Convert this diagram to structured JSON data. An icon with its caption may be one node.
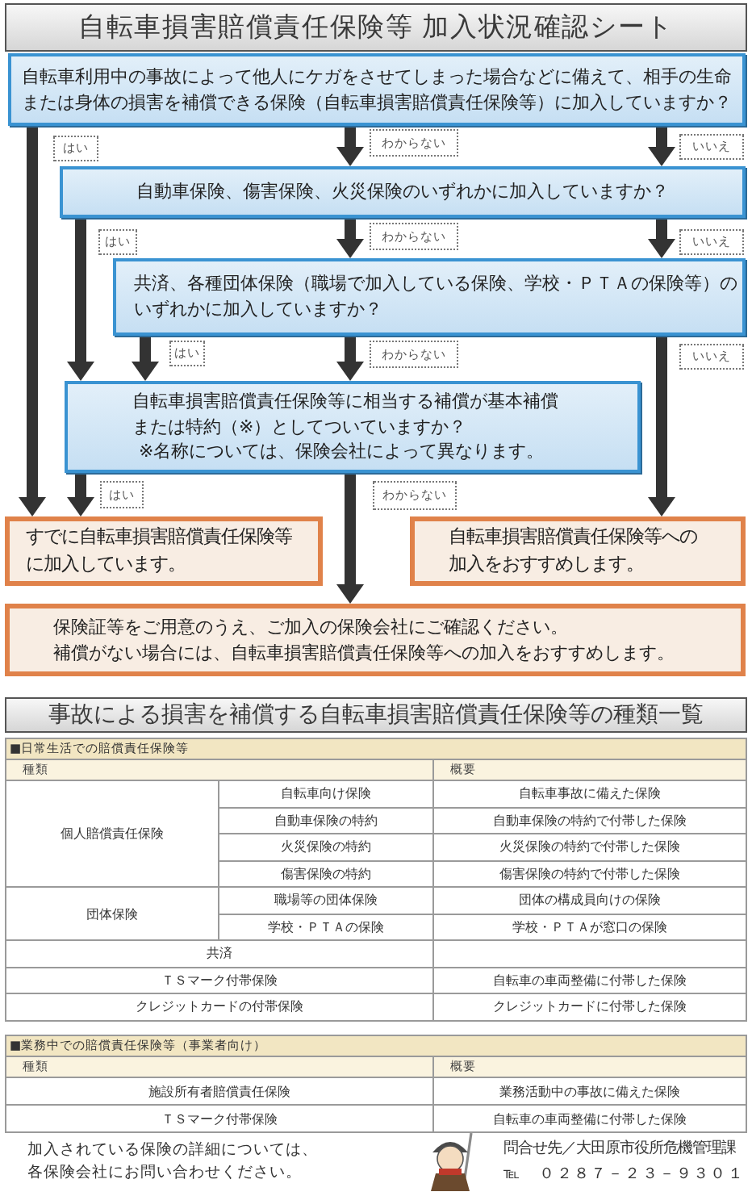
{
  "diagram": {
    "title": "自転車損害賠償責任保険等 加入状況確認シート",
    "nodes": [
      {
        "text": [
          "自転車利用中の事故によって他人にケガをさせてしまった場合などに備えて、相手の生命または身体の損害を補償できる保険（自転車損害賠償責任保険等）に加入していますか？"
        ]
      },
      {
        "text": [
          "自動車保険、傷害保険、火災保険のいずれかに加入していますか？"
        ]
      },
      {
        "text": [
          "共済、各種団体保険（職場で加入している保険、学校・ＰＴＡの保険等）のいずれかに加入していますか？"
        ]
      },
      {
        "text": [
          "自転車損害賠償責任保険等に相当する補償が基本補償または特約（※）としてついていますか？",
          "※名称については、保険会社によって異なります。"
        ]
      },
      {
        "text": [
          "すでに自転車損害賠償責任保険等に加入しています。"
        ]
      },
      {
        "text": [
          "自転車損害賠償責任保険等への加入をおすすめします。"
        ]
      },
      {
        "text": [
          "保険証等をご用意のうえ、ご加入の保険会社にご確認ください。",
          "補償がない場合には、自転車損害賠償責任保険等への加入をおすすめします。"
        ]
      }
    ],
    "edges": [
      {
        "from": 0,
        "to": 4,
        "arrow": "to",
        "label": "はい"
      },
      {
        "from": 0,
        "to": 1,
        "arrow": "to",
        "label": "わからない"
      },
      {
        "from": 0,
        "to": 1,
        "arrow": "to",
        "label": "いいえ"
      },
      {
        "from": 1,
        "to": 3,
        "arrow": "to",
        "label": "はい"
      },
      {
        "from": 1,
        "to": 2,
        "arrow": "to",
        "label": "わからない"
      },
      {
        "from": 1,
        "to": 2,
        "arrow": "to",
        "label": "いいえ"
      },
      {
        "from": 2,
        "to": 3,
        "arrow": "to",
        "label": "はい"
      },
      {
        "from": 2,
        "to": 3,
        "arrow": "to",
        "label": "わからない"
      },
      {
        "from": 2,
        "to": 5,
        "arrow": "to",
        "label": "いいえ"
      },
      {
        "from": 3,
        "to": 4,
        "arrow": "to",
        "label": "はい"
      },
      {
        "from": 3,
        "to": 6,
        "arrow": "to",
        "label": "わからない"
      }
    ],
    "labels": [
      "事故による損害を補償する自転車損害賠償責任保険等の種類一覧",
      "■日常生活での賠償責任保険等",
      "種類",
      "概要",
      "個人賠償責任保険",
      "自転車向け保険",
      "自転車事故に備えた保険",
      "自動車保険の特約",
      "自動車保険の特約で付帯した保険",
      "火災保険の特約",
      "火災保険の特約で付帯した保険",
      "傷害保険の特約",
      "傷害保険の特約で付帯した保険",
      "団体保険",
      "職場等の団体保険",
      "団体の構成員向けの保険",
      "学校・ＰＴＡの保険",
      "学校・ＰＴＡが窓口の保険",
      "共済",
      "ＴＳマーク付帯保険",
      "自転車の車両整備に付帯した保険",
      "クレジットカードの付帯保険",
      "クレジットカードに付帯した保険",
      "■業務中での賠償責任保険等（事業者向け）",
      "種類",
      "概要",
      "施設所有者賠償責任保険",
      "業務活動中の事故に備えた保険",
      "ＴＳマーク付帯保険",
      "自転車の車両整備に付帯した保険",
      "加入されている保険の詳細については、各保険会社にお問い合わせください。",
      "問合せ先／大田原市役所危機管理課",
      "℡　０２８７－２３－９３０１"
    ]
  }
}
